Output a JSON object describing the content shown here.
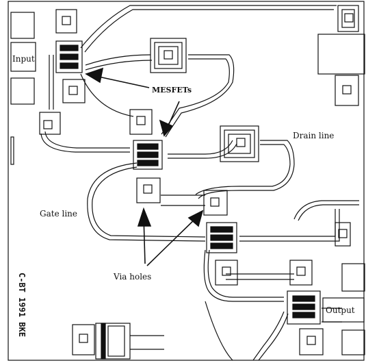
{
  "labels": {
    "input": "Input",
    "output": "Output",
    "mesfets": "MESFETs",
    "drain_line": "Drain line",
    "gate_line": "Gate line",
    "via_holes": "Via holes"
  },
  "side_text": "C-BT 1991 BKE",
  "colors": {
    "ink": "#111111",
    "background": "#ffffff"
  }
}
